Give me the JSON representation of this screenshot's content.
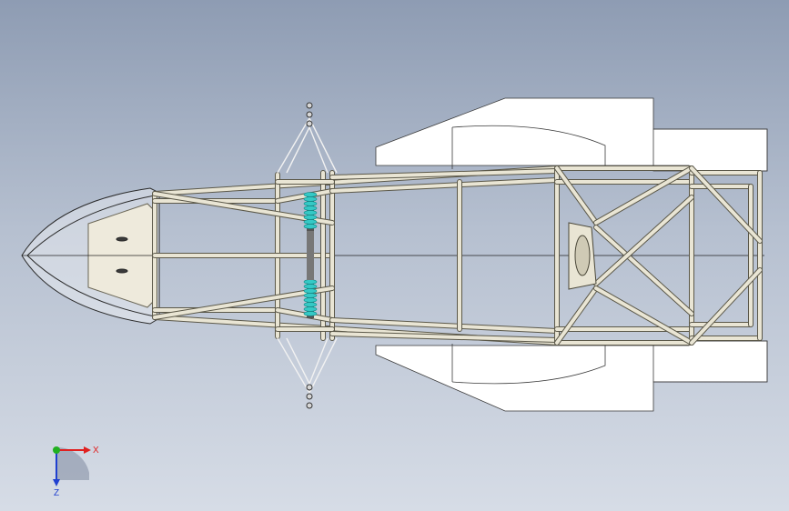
{
  "viewport": {
    "background_top": "#8e9cb3",
    "background_bottom": "#d6dce6"
  },
  "colors": {
    "tube": "#e9e5d4",
    "tube_edge": "#5b5849",
    "panel": "#ffffff",
    "panel_edge": "#3a3a3a",
    "spring": "#36c9c6",
    "axis_x": "#e02020",
    "axis_y": "#20b020",
    "axis_z": "#2040d0"
  },
  "triad": {
    "x_label": "X",
    "z_label": "Z",
    "x_icon": "x-axis-arrow-icon",
    "y_icon": "y-axis-dot-icon",
    "z_icon": "z-axis-arrow-icon"
  },
  "model": {
    "part_name": "chassis-frame",
    "view": "top"
  }
}
